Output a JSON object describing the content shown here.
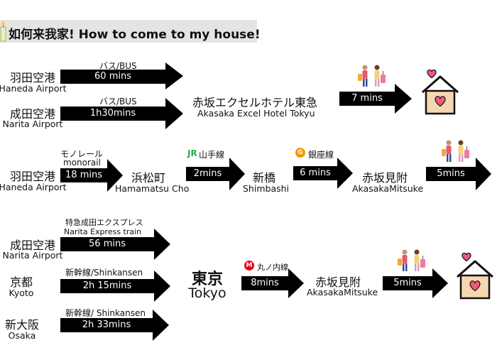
{
  "title": "如何来我家!  How to come to my house!",
  "colors": {
    "arrow": "#000000",
    "house_fill": "#f7d7b0",
    "house_stroke": "#111111",
    "heart": "#ef5a78",
    "jr_green": "#2fa84f",
    "ginza_orange": "#f39800",
    "marunouchi_red": "#e60012"
  },
  "route1": {
    "haneda_jp": "羽田空港",
    "haneda_en": "Haneda Airport",
    "narita_jp": "成田空港",
    "narita_en": "Narita Airport",
    "bus1_mode": "バス/BUS",
    "bus1_time": "60 mins",
    "bus2_mode": "バス/BUS",
    "bus2_time": "1h30mins",
    "hotel_jp": "赤坂エクセルホテル東急",
    "hotel_en": "Akasaka Excel Hotel Tokyu",
    "walk_time": "7 mins"
  },
  "route2": {
    "haneda_jp": "羽田空港",
    "haneda_en": "Haneda Airport",
    "monorail_jp": "モノレール",
    "monorail_en": "monorail",
    "monorail_time": "18 mins",
    "hamamatsucho_jp": "浜松町",
    "hamamatsucho_en": "Hamamatsu Cho",
    "yamanote_label": "山手線",
    "jr_mark": "JR",
    "yamanote_time": "2mins",
    "shimbashi_jp": "新橋",
    "shimbashi_en": "Shimbashi",
    "ginza_label": "銀座線",
    "ginza_mark": "G",
    "ginza_time": "6 mins",
    "akasaka_jp": "赤坂見附",
    "akasaka_en": "AkasakaMitsuke",
    "walk_time": "5mins"
  },
  "route3": {
    "narita_jp": "成田空港",
    "narita_en": "Narita Airport",
    "nex_jp": "特急成田エクスプレス",
    "nex_en": "Narita Express train",
    "nex_time": "56 mins",
    "kyoto_jp": "京都",
    "kyoto_en": "Kyoto",
    "shinkansen1": "新幹線/Shinkansen",
    "shinkansen1_time": "2h 15mins",
    "osaka_jp": "新大阪",
    "osaka_en": "Osaka",
    "shinkansen2": "新幹線/ Shinkansen",
    "shinkansen2_time": "2h 33mins",
    "tokyo_jp": "東京",
    "tokyo_en": "Tokyo",
    "marunouchi_label": "丸ノ内線",
    "marunouchi_mark": "M",
    "marunouchi_time": "8mins",
    "akasaka_jp": "赤坂見附",
    "akasaka_en": "AkasakaMitsuke",
    "walk_time": "5mins"
  },
  "icons": {
    "walkers": "walking-travelers-icon",
    "house": "heart-house-icon",
    "candle": "candle-icon"
  }
}
